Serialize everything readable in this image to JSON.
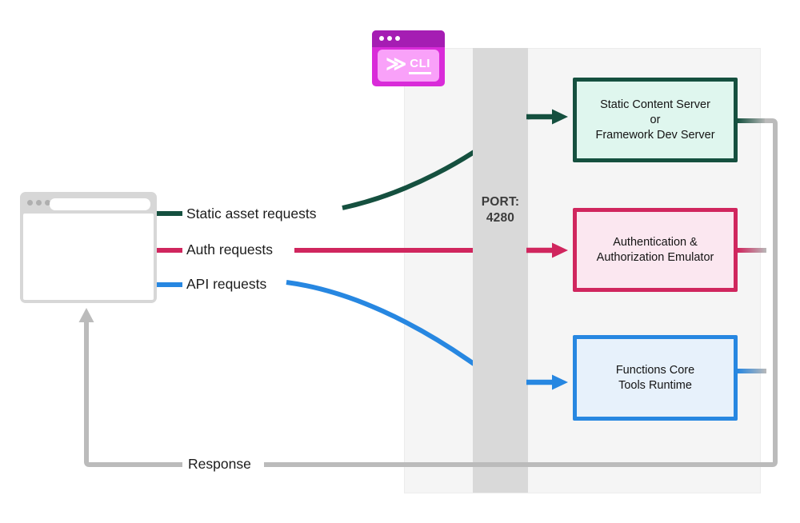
{
  "diagram": {
    "cli_badge": {
      "chevron": "≫",
      "label": "CLI"
    },
    "port_bar": {
      "line1": "PORT:",
      "line2": "4280"
    },
    "request_labels": {
      "static": "Static asset requests",
      "auth": "Auth requests",
      "api": "API requests",
      "response": "Response"
    },
    "boxes": {
      "static_server": {
        "line1": "Static Content Server",
        "line2": "or",
        "line3": "Framework Dev Server"
      },
      "auth_emulator": {
        "line1": "Authentication &",
        "line2": "Authorization Emulator"
      },
      "functions_runtime": {
        "line1": "Functions Core",
        "line2": "Tools Runtime"
      }
    },
    "colors": {
      "green": "#15503F",
      "pink": "#D0265E",
      "blue": "#2787E1",
      "mint_fill": "#DFF6EE",
      "pink_fill": "#FBE7F0",
      "blue_fill": "#E7F1FB",
      "gray_line": "#BBBBBB",
      "bar": "#D9D9D9",
      "panel": "#F5F5F5",
      "cli_magenta": "#D92BD9",
      "cli_purple": "#A51DB3",
      "cli_light": "#F9A1F9",
      "browser_gray": "#D7D7D7"
    }
  }
}
